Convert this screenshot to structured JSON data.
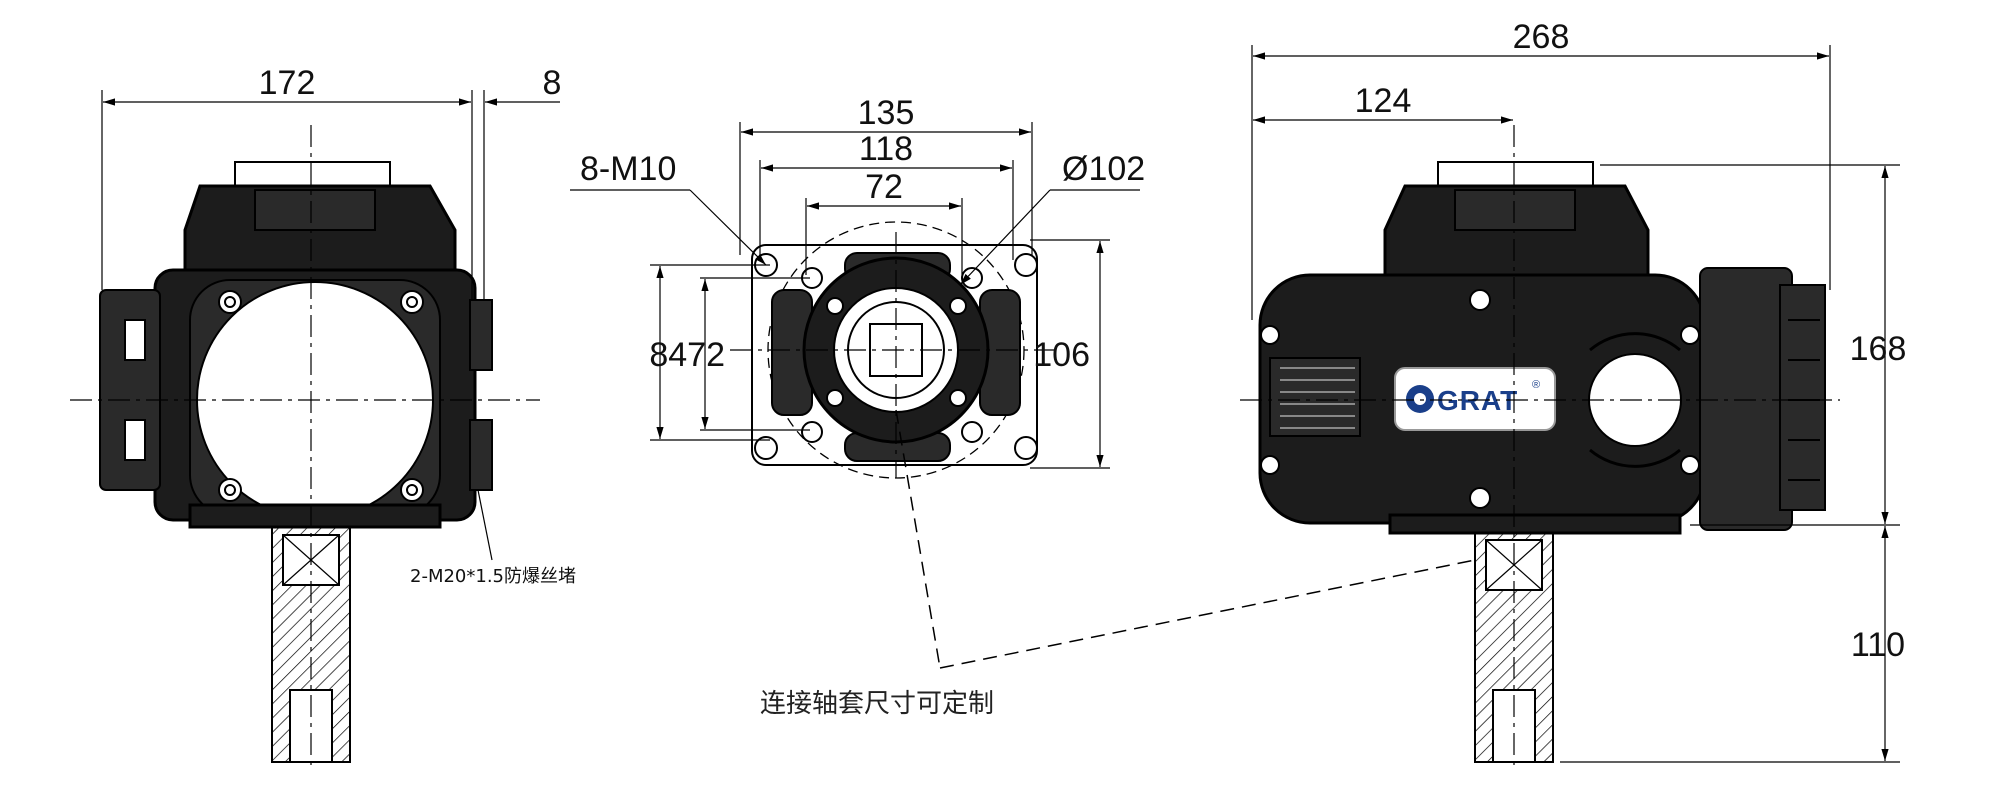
{
  "front_view": {
    "dim_width": "172",
    "dim_offset": "8",
    "plug_note": "2-M20*1.5防爆丝堵"
  },
  "flange_view": {
    "dim_outer": "135",
    "dim_bolt_span": "118",
    "dim_inner": "72",
    "dim_height_outer": "106",
    "dim_height_pair": "8472",
    "dim_thread": "8-M10",
    "dim_pcd": "Ø102"
  },
  "side_view": {
    "dim_length": "268",
    "dim_axis": "124",
    "dim_height": "168",
    "dim_shaft": "110",
    "brand": "GRAT",
    "brand_mark": "®"
  },
  "note_custom": "连接轴套尺寸可定制"
}
